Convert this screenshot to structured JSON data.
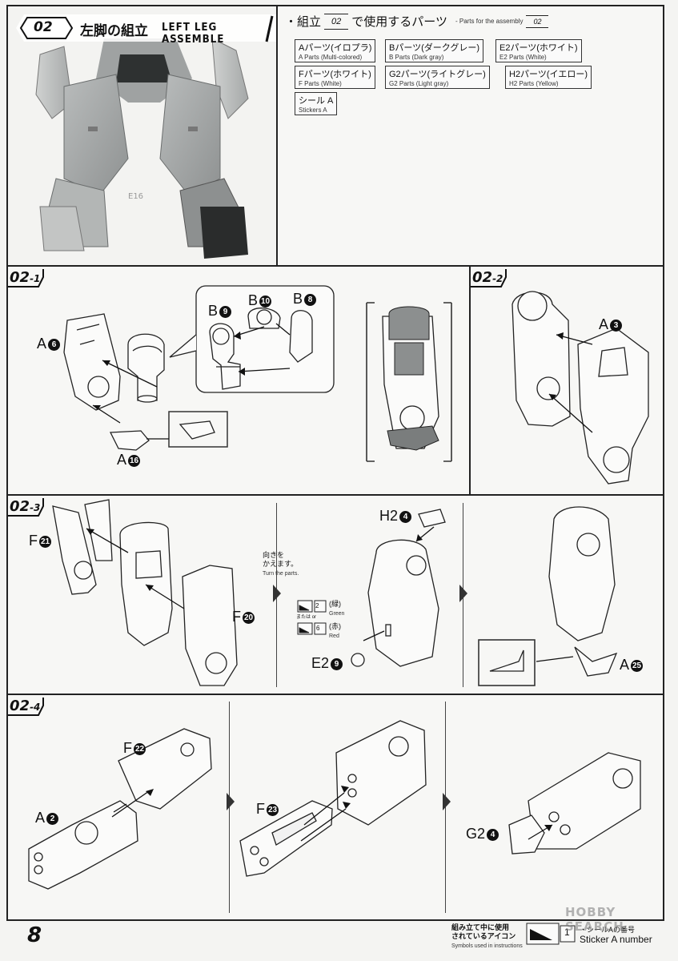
{
  "header": {
    "step_number": "02",
    "title_jp": "左脚の組立",
    "title_en": "LEFT LEG ASSEMBLE"
  },
  "parts_used": {
    "title_prefix": "・組立",
    "title_step": "02",
    "title_suffix": "で使用するパーツ",
    "sub_prefix": "- Parts for the assembly",
    "sub_step": "02",
    "items": [
      {
        "jp": "Aパーツ(イロプラ)",
        "en": "A Parts (Multi-colored)"
      },
      {
        "jp": "Bパーツ(ダークグレー)",
        "en": "B Parts (Dark gray)"
      },
      {
        "jp": "E2パーツ(ホワイト)",
        "en": "E2 Parts (White)"
      },
      {
        "jp": "Fパーツ(ホワイト)",
        "en": "F Parts (White)"
      },
      {
        "jp": "G2パーツ(ライトグレー)",
        "en": "G2 Parts (Light gray)"
      },
      {
        "jp": "H2パーツ(イエロー)",
        "en": "H2 Parts (Yellow)"
      },
      {
        "jp": "シール A",
        "en": "Stickers A"
      }
    ]
  },
  "steps": {
    "s1": {
      "main": "02",
      "sub": "-1",
      "labels": [
        {
          "part": "A",
          "num": "6"
        },
        {
          "part": "A",
          "num": "16"
        },
        {
          "part": "B",
          "num": "9"
        },
        {
          "part": "B",
          "num": "10"
        },
        {
          "part": "B",
          "num": "8"
        }
      ]
    },
    "s2": {
      "main": "02",
      "sub": "-2",
      "labels": [
        {
          "part": "A",
          "num": "3"
        }
      ]
    },
    "s3": {
      "main": "02",
      "sub": "-3",
      "labels": [
        {
          "part": "F",
          "num": "21"
        },
        {
          "part": "F",
          "num": "20"
        },
        {
          "part": "H2",
          "num": "4"
        },
        {
          "part": "E2",
          "num": "9"
        },
        {
          "part": "A",
          "num": "25"
        }
      ],
      "turn_jp": "向きを\nかえます。",
      "turn_en": "Turn the parts.",
      "sticker_green_num": "2",
      "sticker_green_jp": "(緑)",
      "sticker_green_en": "Green",
      "or_jp": "または",
      "or_en": "or",
      "sticker_red_num": "6",
      "sticker_red_jp": "(赤)",
      "sticker_red_en": "Red"
    },
    "s4": {
      "main": "02",
      "sub": "-4",
      "labels": [
        {
          "part": "F",
          "num": "22"
        },
        {
          "part": "A",
          "num": "2"
        },
        {
          "part": "F",
          "num": "23"
        },
        {
          "part": "G2",
          "num": "4"
        }
      ]
    }
  },
  "footer": {
    "page_number": "8",
    "icons_jp": "組み立て中に使用\nされているアイコン",
    "icons_en": "Symbols used in instructions",
    "sticker_num": "1",
    "sticker_desc_jp": "・シールAの番号",
    "sticker_desc_en": "Sticker A number"
  },
  "watermark": "HOBBY SEARCH"
}
